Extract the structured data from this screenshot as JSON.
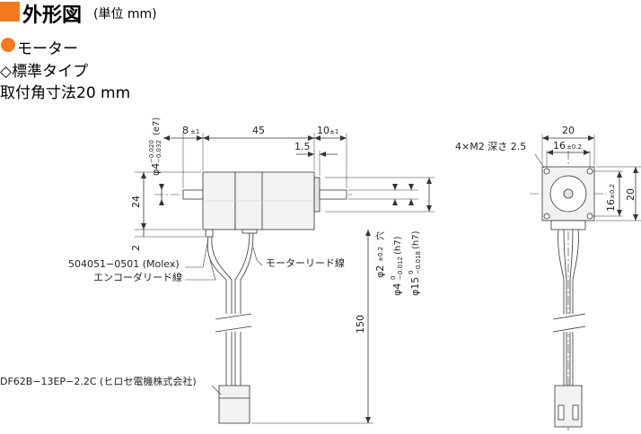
{
  "title": {
    "main": "外形図",
    "unit": "(単位 mm)"
  },
  "colors": {
    "accent": "#f47a20",
    "body_fill": "#f2f2f2",
    "body_fill_dark": "#e4e4e4",
    "line": "#333333"
  },
  "heading": "モーター",
  "sub_type": "◇標準タイプ",
  "sub_size": "取付角寸法20 mm",
  "dims": {
    "d8": "8",
    "d45": "45",
    "d10": "10",
    "d1_5": "1.5",
    "tol_pm1": "±1",
    "d24": "24",
    "d2": "2",
    "shaft_dia": "φ4",
    "shaft_tol_upper": "−0.020",
    "shaft_tol_lower": "−0.032",
    "shaft_fit": "(e7)",
    "hole_dia": "φ2",
    "hole_tol": "±0.2",
    "hole_label": "穴",
    "bore_dia": "φ4",
    "bore_tol_upper": "0",
    "bore_tol_lower": "−0.012",
    "bore_fit": "(h7)",
    "pilot_dia": "φ15",
    "pilot_tol_upper": "0",
    "pilot_tol_lower": "−0.018",
    "pilot_fit": "(h7)",
    "d150": "150",
    "front_width": "20",
    "front_height": "20",
    "bolt_spacing_h": "16",
    "bolt_spacing_v": "16",
    "tol_pm02": "±0.2",
    "holes": "4×M2 深さ 2.5"
  },
  "labels": {
    "connector_motor": "504051−0501 (Molex)",
    "encoder_lead": "エンコーダリード線",
    "motor_lead": "モーターリード線",
    "connector_end": "DF62B−13EP−2.2C (ヒロセ電機株式会社)"
  }
}
